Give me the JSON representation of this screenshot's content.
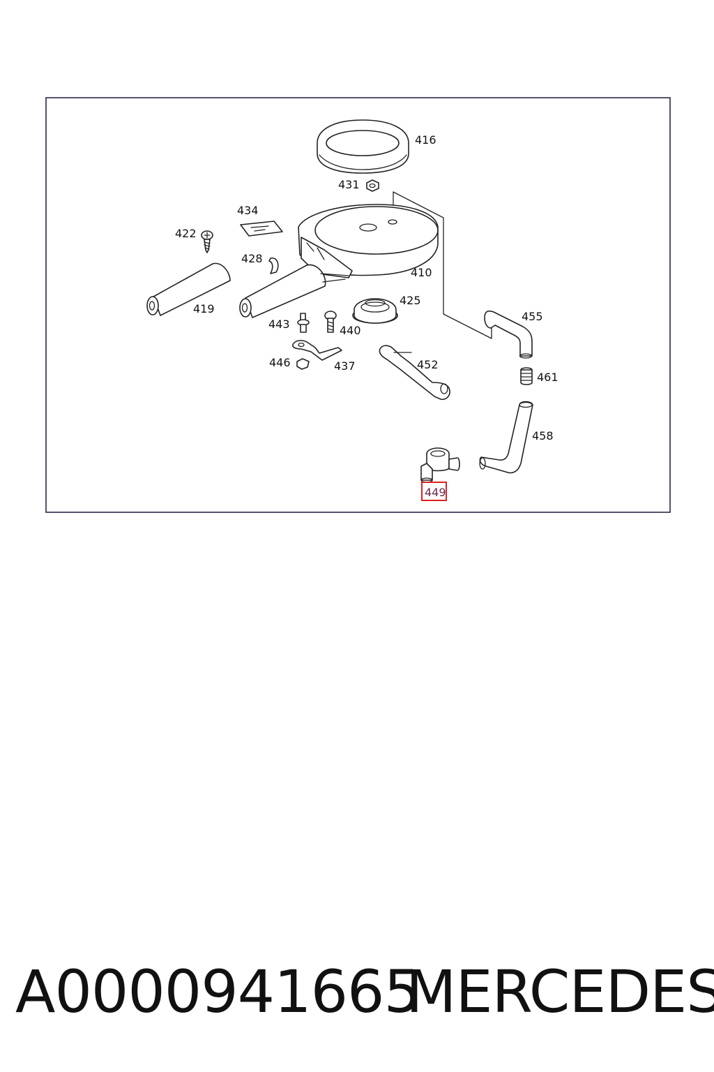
{
  "diagram": {
    "callouts": {
      "p416": "416",
      "p431": "431",
      "p434": "434",
      "p422": "422",
      "p428": "428",
      "p410": "410",
      "p419": "419",
      "p425": "425",
      "p455": "455",
      "p443": "443",
      "p440": "440",
      "p446": "446",
      "p437": "437",
      "p452": "452",
      "p461": "461",
      "p458": "458",
      "p449": "449"
    },
    "highlighted_part": "449",
    "highlight_color": "#e02020"
  },
  "footer": {
    "part_number": "A0000941665",
    "brand": "MERCEDES"
  }
}
